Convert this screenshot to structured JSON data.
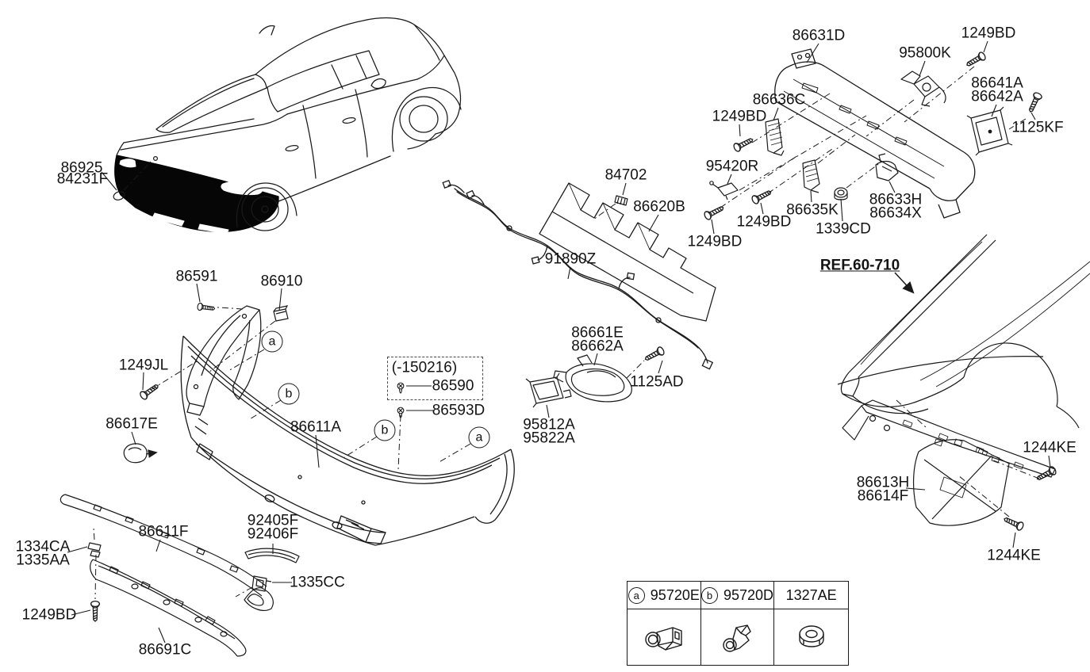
{
  "diagram": {
    "background": "#ffffff",
    "line_color": "#1a1a1a",
    "bumper_fill": "#000000"
  },
  "labels": {
    "p86925": "86925",
    "p84231F": "84231F",
    "p86591": "86591",
    "p86910": "86910",
    "p1249JL": "1249JL",
    "p86617E": "86617E",
    "note_pre": "(-150216)",
    "p86590": "86590",
    "p86593D": "86593D",
    "p86611A": "86611A",
    "p86611F": "86611F",
    "p92405F": "92405F",
    "p92406F": "92406F",
    "p1334CA": "1334CA",
    "p1335AA": "1335AA",
    "p1335CC": "1335CC",
    "p1249BD": "1249BD",
    "p86691C": "86691C",
    "p84702": "84702",
    "p86620B": "86620B",
    "p91890Z": "91890Z",
    "p86661E": "86661E",
    "p86662A": "86662A",
    "p1125AD": "1125AD",
    "p95812A": "95812A",
    "p95822A": "95822A",
    "p86631D": "86631D",
    "p95800K": "95800K",
    "p86641A": "86641A",
    "p86642A": "86642A",
    "p86636C": "86636C",
    "p1125KF": "1125KF",
    "p95420R": "95420R",
    "p86635K": "86635K",
    "p1339CD": "1339CD",
    "p86633H": "86633H",
    "p86634X": "86634X",
    "ref60710": "REF.60-710",
    "p86613H": "86613H",
    "p86614F": "86614F",
    "p1244KE": "1244KE"
  },
  "markers": {
    "a": "a",
    "b": "b"
  },
  "legend_table": {
    "col1_marker": "a",
    "col1_part": "95720E",
    "col2_marker": "b",
    "col2_part": "95720D",
    "col3_part": "1327AE",
    "icons": {
      "col1": "parking-sensor-with-holder-icon",
      "col2": "parking-sensor-icon",
      "col3": "flange-nut-icon"
    }
  }
}
